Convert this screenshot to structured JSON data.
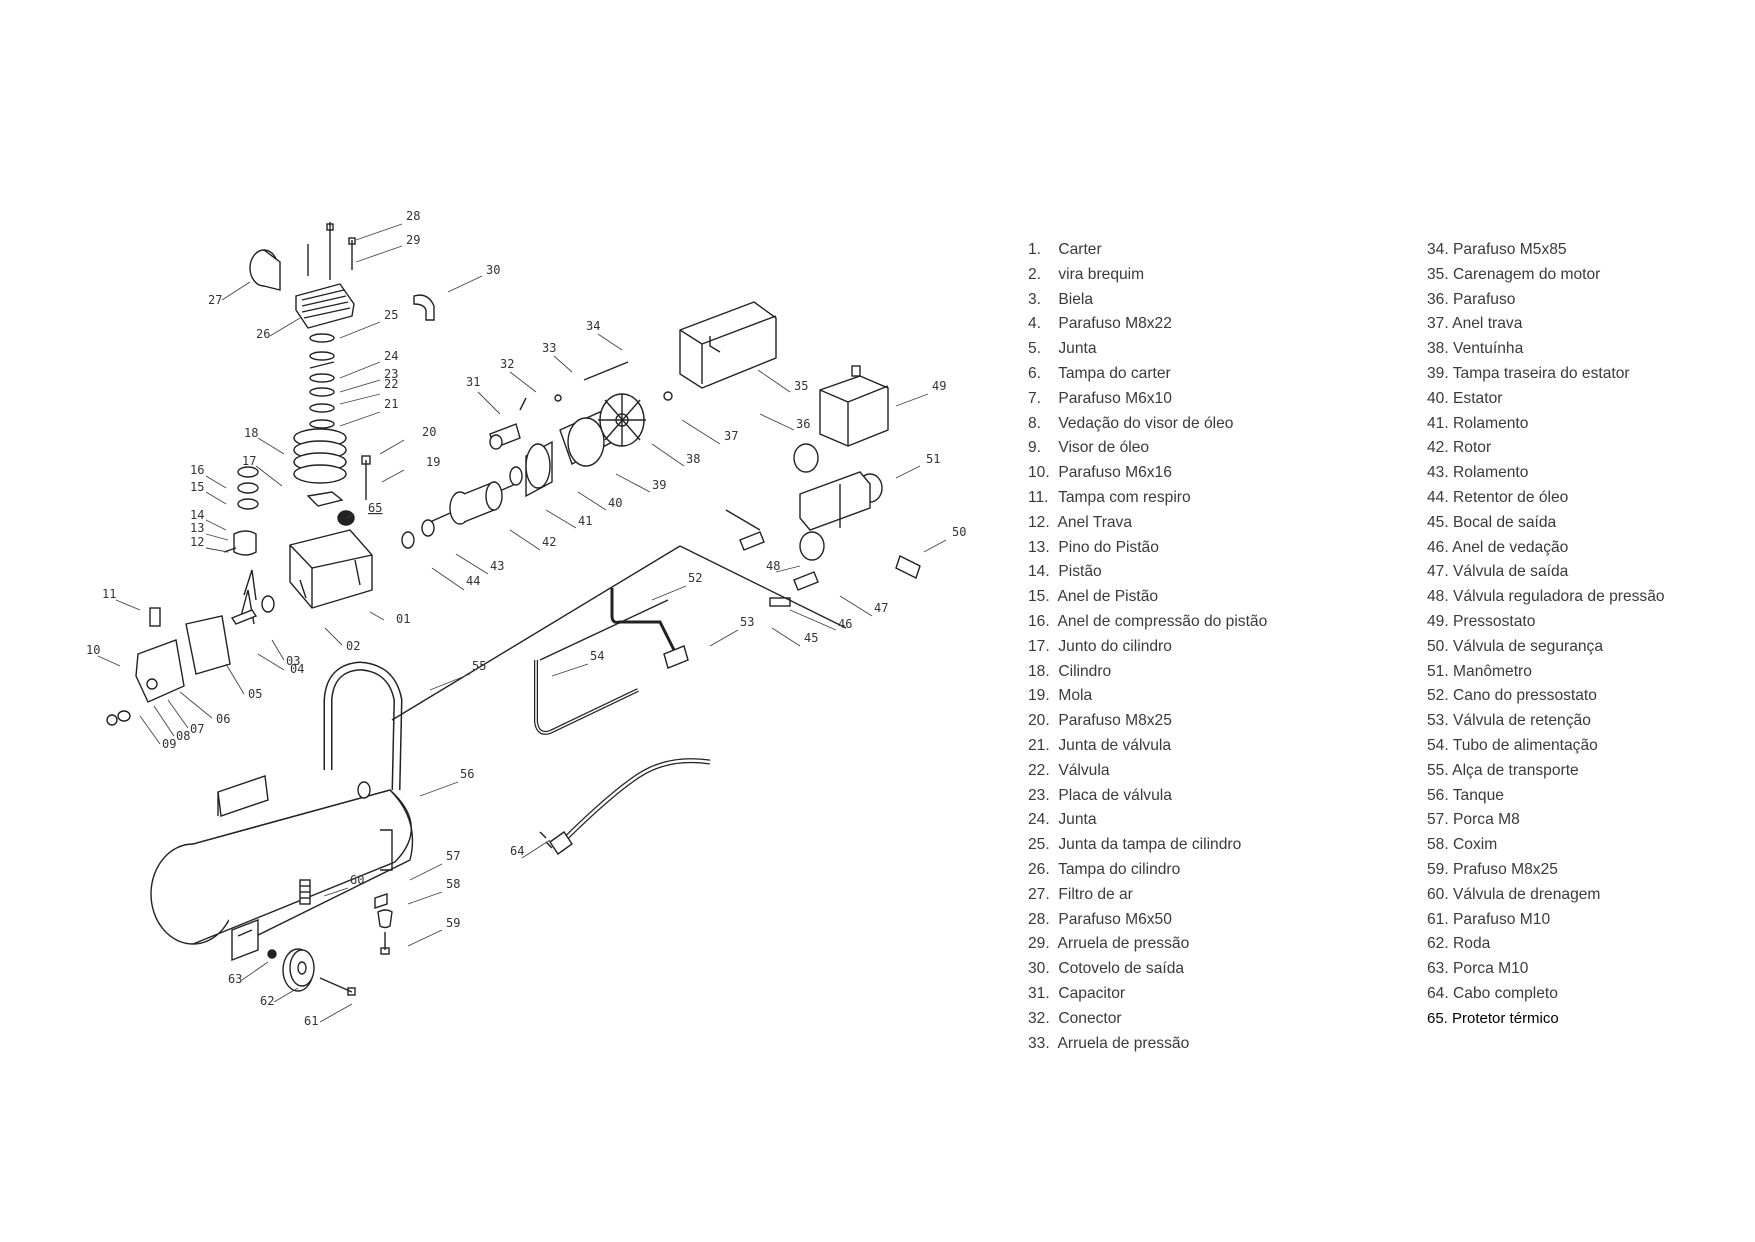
{
  "diagram": {
    "callouts": [
      "01",
      "02",
      "03",
      "04",
      "05",
      "06",
      "07",
      "08",
      "09",
      "10",
      "11",
      "12",
      "13",
      "14",
      "15",
      "16",
      "17",
      "18",
      "19",
      "20",
      "21",
      "22",
      "23",
      "24",
      "25",
      "26",
      "27",
      "28",
      "29",
      "30",
      "31",
      "32",
      "33",
      "34",
      "35",
      "36",
      "37",
      "38",
      "39",
      "40",
      "41",
      "42",
      "43",
      "44",
      "45",
      "46",
      "47",
      "48",
      "49",
      "50",
      "51",
      "52",
      "53",
      "54",
      "55",
      "56",
      "57",
      "58",
      "59",
      "60",
      "61",
      "62",
      "63",
      "64",
      "65"
    ]
  },
  "parts_left": [
    {
      "num": "1.",
      "name": "Carter"
    },
    {
      "num": "2.",
      "name": "vira brequim"
    },
    {
      "num": "3.",
      "name": "Biela"
    },
    {
      "num": "4.",
      "name": "Parafuso M8x22"
    },
    {
      "num": "5.",
      "name": "Junta"
    },
    {
      "num": "6.",
      "name": "Tampa do carter"
    },
    {
      "num": "7.",
      "name": "Parafuso M6x10"
    },
    {
      "num": "8.",
      "name": "Vedação do visor de óleo"
    },
    {
      "num": "9.",
      "name": "Visor de óleo"
    },
    {
      "num": "10.",
      "name": "Parafuso M6x16"
    },
    {
      "num": "11.",
      "name": "Tampa com respiro"
    },
    {
      "num": "12.",
      "name": "Anel Trava"
    },
    {
      "num": "13.",
      "name": "Pino do Pistão"
    },
    {
      "num": "14.",
      "name": "Pistão"
    },
    {
      "num": "15.",
      "name": "Anel de Pistão"
    },
    {
      "num": "16.",
      "name": "Anel de compressão do pistão"
    },
    {
      "num": "17.",
      "name": "Junto do cilindro"
    },
    {
      "num": "18.",
      "name": "Cilindro"
    },
    {
      "num": "19.",
      "name": "Mola"
    },
    {
      "num": "20.",
      "name": "Parafuso M8x25"
    },
    {
      "num": "21.",
      "name": "Junta de válvula"
    },
    {
      "num": "22.",
      "name": "Válvula"
    },
    {
      "num": "23.",
      "name": "Placa de válvula"
    },
    {
      "num": "24.",
      "name": "Junta"
    },
    {
      "num": "25.",
      "name": "Junta da tampa de cilindro"
    },
    {
      "num": "26.",
      "name": "Tampa do cilindro"
    },
    {
      "num": "27.",
      "name": "Filtro de ar"
    },
    {
      "num": "28.",
      "name": "Parafuso M6x50"
    },
    {
      "num": "29.",
      "name": "Arruela de pressão"
    },
    {
      "num": "30.",
      "name": "Cotovelo de saída"
    },
    {
      "num": "31.",
      "name": "Capacitor"
    },
    {
      "num": "32.",
      "name": "Conector"
    },
    {
      "num": "33.",
      "name": "Arruela de pressão"
    }
  ],
  "parts_right": [
    {
      "num": "34.",
      "name": "Parafuso M5x85"
    },
    {
      "num": "35.",
      "name": "Carenagem do motor"
    },
    {
      "num": "36.",
      "name": "Parafuso"
    },
    {
      "num": "37.",
      "name": "Anel trava"
    },
    {
      "num": "38.",
      "name": "Ventuínha"
    },
    {
      "num": "39.",
      "name": "Tampa traseira do estator"
    },
    {
      "num": "40.",
      "name": "Estator"
    },
    {
      "num": "41.",
      "name": "Rolamento"
    },
    {
      "num": "42.",
      "name": "Rotor"
    },
    {
      "num": "43.",
      "name": "Rolamento"
    },
    {
      "num": "44.",
      "name": "Retentor de óleo"
    },
    {
      "num": "45.",
      "name": "Bocal de saída"
    },
    {
      "num": "46.",
      "name": "Anel de vedação"
    },
    {
      "num": "47.",
      "name": "Válvula de saída"
    },
    {
      "num": "48.",
      "name": "Válvula reguladora de pressão"
    },
    {
      "num": "49.",
      "name": "Pressostato"
    },
    {
      "num": "50.",
      "name": "Válvula de segurança"
    },
    {
      "num": "51.",
      "name": "Manômetro"
    },
    {
      "num": "52.",
      "name": "Cano do pressostato"
    },
    {
      "num": "53.",
      "name": "Válvula de retenção"
    },
    {
      "num": "54.",
      "name": "Tubo de alimentação"
    },
    {
      "num": "55.",
      "name": "Alça de transporte"
    },
    {
      "num": "56.",
      "name": "Tanque"
    },
    {
      "num": "57.",
      "name": "Porca M8"
    },
    {
      "num": "58.",
      "name": "Coxim"
    },
    {
      "num": "59.",
      "name": "Prafuso M8x25"
    },
    {
      "num": "60.",
      "name": "Válvula de drenagem"
    },
    {
      "num": "61.",
      "name": "Parafuso M10"
    },
    {
      "num": "62.",
      "name": "Roda"
    },
    {
      "num": "63.",
      "name": "Porca M10"
    },
    {
      "num": "64.",
      "name": "Cabo completo"
    },
    {
      "num": "65.",
      "name": "Protetor térmico"
    }
  ]
}
